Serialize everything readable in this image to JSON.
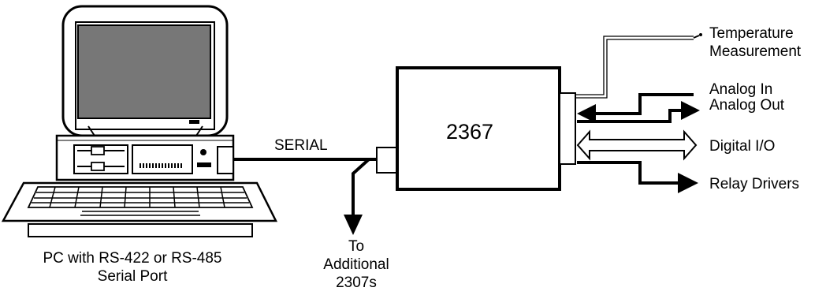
{
  "pc": {
    "caption_line1": "PC with RS-422 or RS-485",
    "caption_line2": "Serial Port"
  },
  "link": {
    "serial_label": "SERIAL",
    "branch_line1": "To",
    "branch_line2": "Additional",
    "branch_line3": "2307s"
  },
  "module": {
    "name": "2367"
  },
  "outputs": {
    "temperature_line1": "Temperature",
    "temperature_line2": "Measurement",
    "analog_in": "Analog In",
    "analog_out": "Analog Out",
    "digital_io": "Digital I/O",
    "relay_drivers": "Relay Drivers"
  }
}
